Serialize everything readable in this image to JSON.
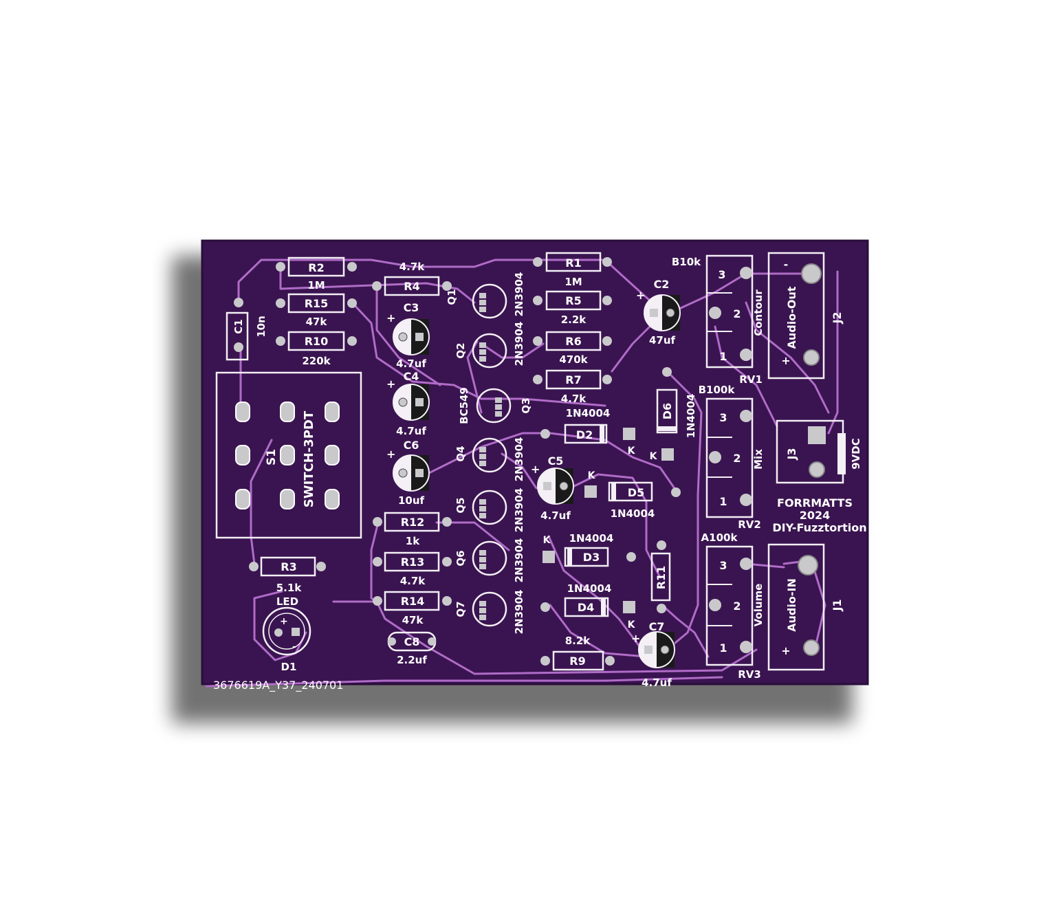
{
  "board": {
    "colors": {
      "background": "#ffffff",
      "pcb": "#3a1450",
      "pcb_edge": "#2a0d3b",
      "trace": "#b06cc8",
      "silk": "#f4f0f6",
      "pad": "#c9c9cc"
    },
    "serial": "3676619A_Y37_240701",
    "brand": "FORRMATTS",
    "year": "2024",
    "project": "DIY-Fuzztortion"
  },
  "labels": {
    "C1": "C1",
    "C1v": "10n",
    "R2": "R2",
    "R2v": "1M",
    "R15": "R15",
    "R15v": "47k",
    "R10": "R10",
    "R10v": "220k",
    "R4": "R4",
    "R4v": "4.7k",
    "R1": "R1",
    "R1v": "1M",
    "R5": "R5",
    "R5v": "2.2k",
    "R6": "R6",
    "R6v": "470k",
    "R7": "R7",
    "R7v": "4.7k",
    "C2": "C2",
    "C2v": "47uf",
    "C3": "C3",
    "C3v": "4.7uf",
    "C4": "C4",
    "C4v": "4.7uf",
    "C6": "C6",
    "C6v": "10uf",
    "C5": "C5",
    "C5v": "4.7uf",
    "C7": "C7",
    "C7v": "4.7uf",
    "C8": "C8",
    "C8v": "2.2uf",
    "Q1": "Q1",
    "Q2": "Q2",
    "Q3": "Q3",
    "Q4": "Q4",
    "Q5": "Q5",
    "Q6": "Q6",
    "Q7": "Q7",
    "q_part": "2N3904",
    "q3_part": "BC549",
    "D2": "D2",
    "D3": "D3",
    "D4": "D4",
    "D5": "D5",
    "D6": "D6",
    "diode_part": "1N4004",
    "K": "K",
    "R12": "R12",
    "R12v": "1k",
    "R13": "R13",
    "R13v": "4.7k",
    "R14": "R14",
    "R14v": "47k",
    "R3": "R3",
    "R3v": "5.1k",
    "R9": "R9",
    "R9v": "8.2k",
    "R11": "R11",
    "S1": "S1",
    "S1part": "SWITCH-3PDT",
    "D1": "D1",
    "LED": "LED",
    "RV1": "RV1",
    "RV1part": "B10k",
    "RV1name": "Contour",
    "RV2": "RV2",
    "RV2part": "B100k",
    "RV2name": "Mix",
    "RV3": "RV3",
    "RV3part": "A100k",
    "RV3name": "Volume",
    "J1": "J1",
    "J1name": "Audio-IN",
    "J2": "J2",
    "J2name": "Audio-Out",
    "J3": "J3",
    "J3name": "9VDC",
    "pin1": "1",
    "pin2": "2",
    "pin3": "3",
    "plus": "+",
    "minus": "-"
  }
}
